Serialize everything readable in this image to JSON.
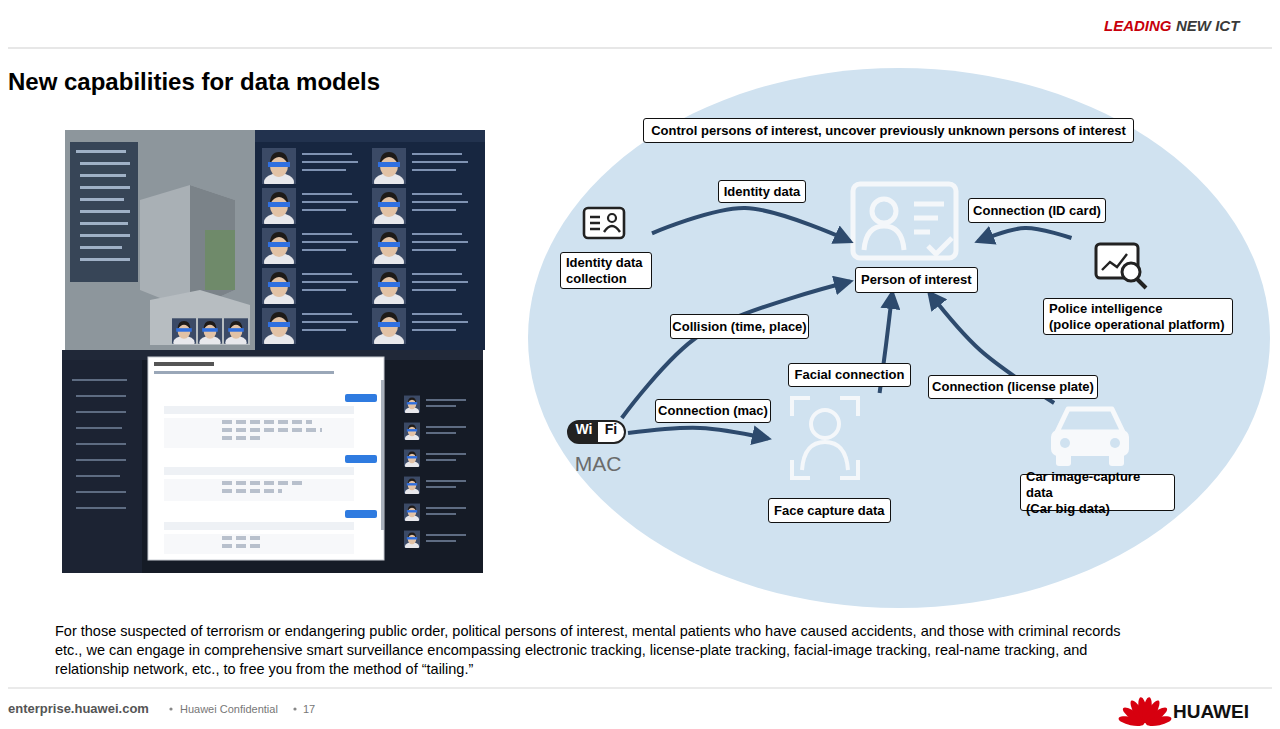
{
  "diagram": {
    "title": "New capabilities for data models",
    "caption": "For those suspected of terrorism or endangering public order, political persons of interest, mental patients who have caused accidents, and those with criminal records etc., we can engage in comprehensive smart surveillance encompassing electronic tracking, license-plate tracking, facial-image tracking, real-name tracking, and relationship network, etc., to free you from the method of “tailing.”",
    "nodes": [
      {
        "text": [
          "Control persons of interest, uncover previously unknown persons of interest"
        ]
      },
      {
        "text": [
          "Identity data collection"
        ]
      },
      {
        "text": [
          "Person of interest"
        ]
      },
      {
        "text": [
          "Police intelligence",
          "(police operational platform)"
        ]
      },
      {
        "text": [
          "Wi",
          "Fi",
          "MAC"
        ]
      },
      {
        "text": [
          "Face capture data"
        ]
      },
      {
        "text": [
          "Car image-capture data",
          "(Car big data)"
        ]
      }
    ],
    "edges": [
      {
        "from": 1,
        "to": 2,
        "label": "Identity data",
        "arrow": "to"
      },
      {
        "from": 3,
        "to": 2,
        "label": "Connection (ID card)",
        "arrow": "to"
      },
      {
        "from": 4,
        "to": 2,
        "label": "Collision (time, place)",
        "arrow": "to"
      },
      {
        "from": 4,
        "to": 5,
        "label": "Connection (mac)",
        "arrow": "to"
      },
      {
        "from": 5,
        "to": 2,
        "label": "Facial connection",
        "arrow": "to"
      },
      {
        "from": 6,
        "to": 2,
        "label": "Connection (license plate)",
        "arrow": "to"
      }
    ],
    "labels": [
      "LEADING",
      "NEW ICT",
      "enterprise.huawei.com",
      "Huawei Confidential",
      "17",
      "HUAWEI"
    ]
  }
}
